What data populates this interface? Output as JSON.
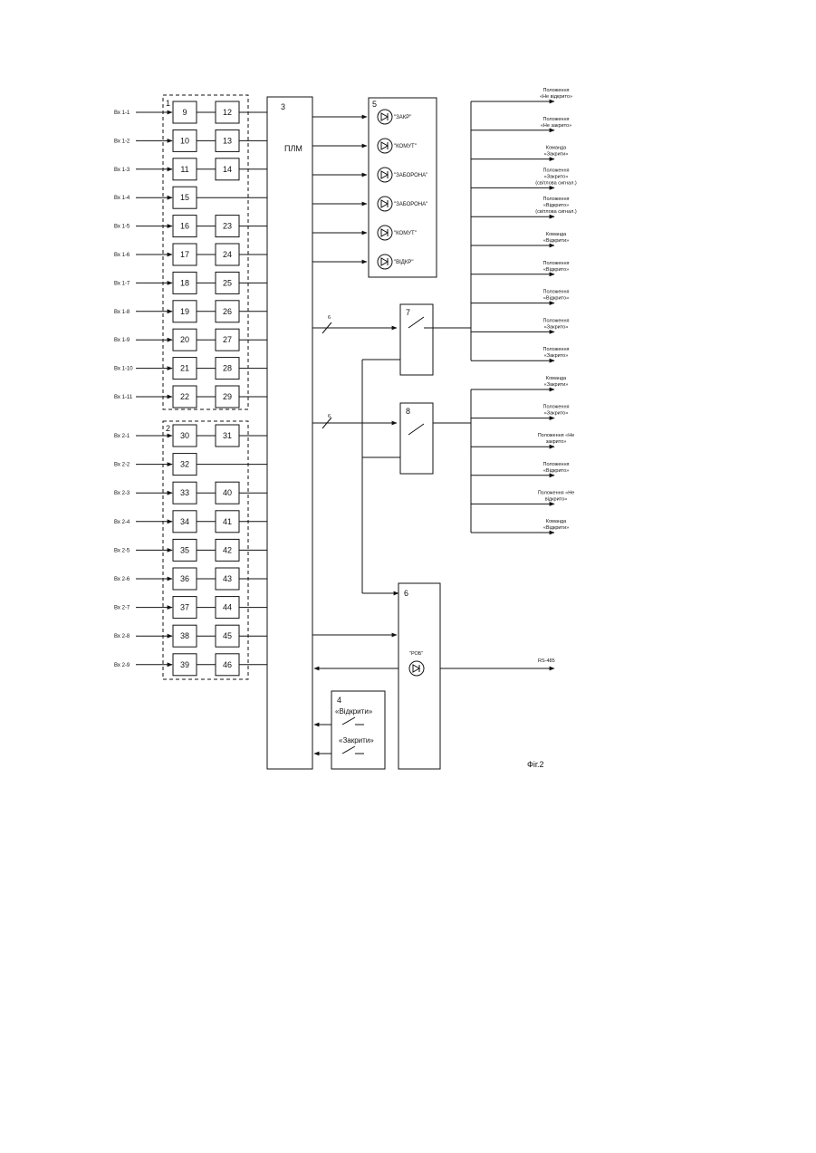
{
  "inputs_group1": [
    {
      "label": "Вх 1-1",
      "left": "9",
      "right": "12"
    },
    {
      "label": "Вх 1-2",
      "left": "10",
      "right": "13"
    },
    {
      "label": "Вх 1-3",
      "left": "11",
      "right": "14"
    },
    {
      "label": "Вх 1-4",
      "left": "15",
      "right": ""
    },
    {
      "label": "Вх 1-5",
      "left": "16",
      "right": "23"
    },
    {
      "label": "Вх 1-6",
      "left": "17",
      "right": "24"
    },
    {
      "label": "Вх 1-7",
      "left": "18",
      "right": "25"
    },
    {
      "label": "Вх 1-8",
      "left": "19",
      "right": "26"
    },
    {
      "label": "Вх 1-9",
      "left": "20",
      "right": "27"
    },
    {
      "label": "Вх 1-10",
      "left": "21",
      "right": "28"
    },
    {
      "label": "Вх 1-11",
      "left": "22",
      "right": "29"
    }
  ],
  "inputs_group2": [
    {
      "label": "Вх 2-1",
      "left": "30",
      "right": "31"
    },
    {
      "label": "Вх 2-2",
      "left": "32",
      "right": ""
    },
    {
      "label": "Вх 2-3",
      "left": "33",
      "right": "40"
    },
    {
      "label": "Вх 2-4",
      "left": "34",
      "right": "41"
    },
    {
      "label": "Вх 2-5",
      "left": "35",
      "right": "42"
    },
    {
      "label": "Вх 2-6",
      "left": "36",
      "right": "43"
    },
    {
      "label": "Вх 2-7",
      "left": "37",
      "right": "44"
    },
    {
      "label": "Вх 2-8",
      "left": "38",
      "right": "45"
    },
    {
      "label": "Вх 2-9",
      "left": "39",
      "right": "46"
    }
  ],
  "group_numbers": {
    "g1": "1",
    "g2": "2"
  },
  "main_block": {
    "number": "3",
    "label": "ПЛМ"
  },
  "led_block": {
    "number": "5",
    "leds": [
      "\"ЗАКР\"",
      "\"КОМУТ\"",
      "\"ЗАБОРОНА\"",
      "\"ЗАБОРОНА\"",
      "\"КОМУТ\"",
      "\"ВІДКР\""
    ]
  },
  "bus_width": "6",
  "switch_block_7": {
    "number": "7",
    "outputs": [
      [
        "Положення",
        "«Не відкрито»"
      ],
      [
        "Положення",
        "«Не закрито»"
      ],
      [
        "Команда",
        "«Закрити»"
      ],
      [
        "Положення",
        "«Закрито»",
        "(світлова сигнал.)"
      ],
      [
        "Положення",
        "«Відкрито»",
        "(світлова сигнал.)"
      ],
      [
        "Команда",
        "«Відкрити»"
      ],
      [
        "Положення",
        "«Відкрито»"
      ],
      [
        "Положення",
        "«Відкрито»"
      ],
      [
        "Положення",
        "«Закрито»"
      ],
      [
        "Положення",
        "«Закрито»"
      ]
    ]
  },
  "switch_block_8": {
    "number": "8",
    "outputs": [
      [
        "Команда",
        "«Закрити»"
      ],
      [
        "Положення",
        "«Закрито»"
      ],
      [
        "Положення «Не",
        "закрито»"
      ],
      [
        "Положення",
        "«Відкрито»"
      ],
      [
        "Положення «Не",
        "відкрито»"
      ],
      [
        "Команда",
        "«Відкрити»"
      ]
    ]
  },
  "control_block": {
    "number": "4",
    "open_label": "«Відкрити»",
    "close_label": "«Закрити»"
  },
  "interface_block": {
    "number": "6",
    "led_label": "\"РОБ\"",
    "output_label": "RS-485"
  },
  "figure_caption": "Фіг.2"
}
